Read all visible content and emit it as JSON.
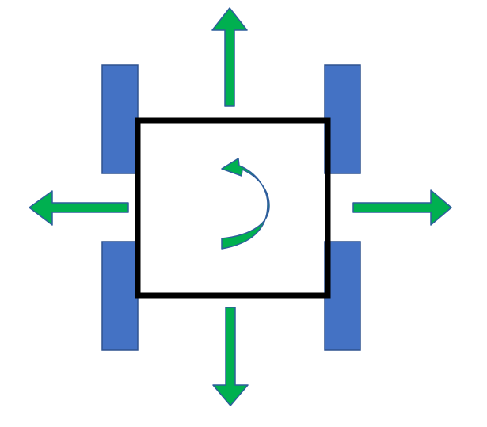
{
  "diagram": {
    "colors": {
      "wheel_fill": "#4472C4",
      "wheel_stroke": "#2F528F",
      "arrow_fill": "#00B050",
      "arrow_stroke": "#2E5E9C",
      "body_stroke": "#000000",
      "background": "#FFFFFF"
    },
    "components": {
      "body": "square-chassis",
      "wheels": [
        "front-left-wheel",
        "rear-left-wheel",
        "front-right-wheel",
        "rear-right-wheel"
      ],
      "translation_arrows": [
        "up-arrow",
        "down-arrow",
        "left-arrow",
        "right-arrow"
      ],
      "rotation_arrow": "counterclockwise-rotation-arrow"
    }
  }
}
